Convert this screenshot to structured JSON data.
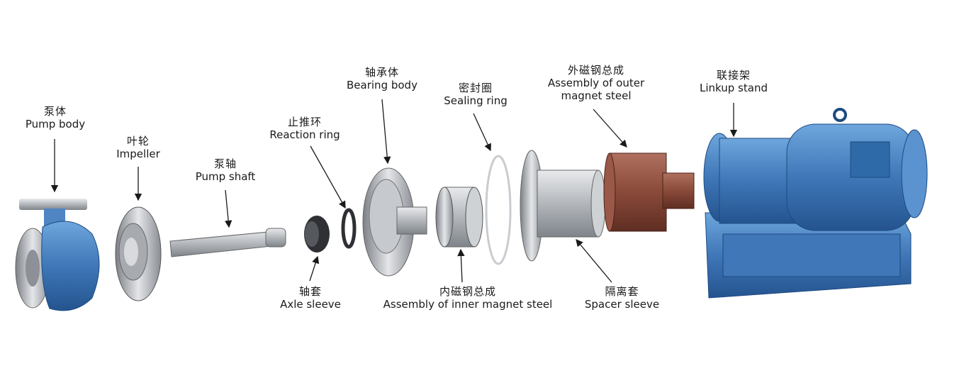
{
  "parts": {
    "pump_body": {
      "zh": "泵体",
      "en": "Pump body"
    },
    "impeller": {
      "zh": "叶轮",
      "en": "Impeller"
    },
    "pump_shaft": {
      "zh": "泵轴",
      "en": "Pump shaft"
    },
    "reaction_ring": {
      "zh": "止推环",
      "en": "Reaction ring"
    },
    "axle_sleeve": {
      "zh": "轴套",
      "en": "Axle sleeve"
    },
    "bearing_body": {
      "zh": "轴承体",
      "en": "Bearing body"
    },
    "sealing_ring": {
      "zh": "密封圈",
      "en": "Sealing ring"
    },
    "inner_magnet": {
      "zh": "内磁钢总成",
      "en": "Assembly of inner magnet steel"
    },
    "outer_magnet": {
      "zh": "外磁钢总成",
      "en": "Assembly of outer",
      "en2": "magnet steel"
    },
    "spacer_sleeve": {
      "zh": "隔离套",
      "en": "Spacer sleeve"
    },
    "linkup_stand": {
      "zh": "联接架",
      "en": "Linkup stand"
    }
  },
  "colors": {
    "pump_blue": "#3f77b8",
    "motor_blue": "#4f8fcf",
    "steel": "#b9bcc0",
    "magnet_brown": "#8a4a3a",
    "arrow": "#1a1a1a"
  }
}
